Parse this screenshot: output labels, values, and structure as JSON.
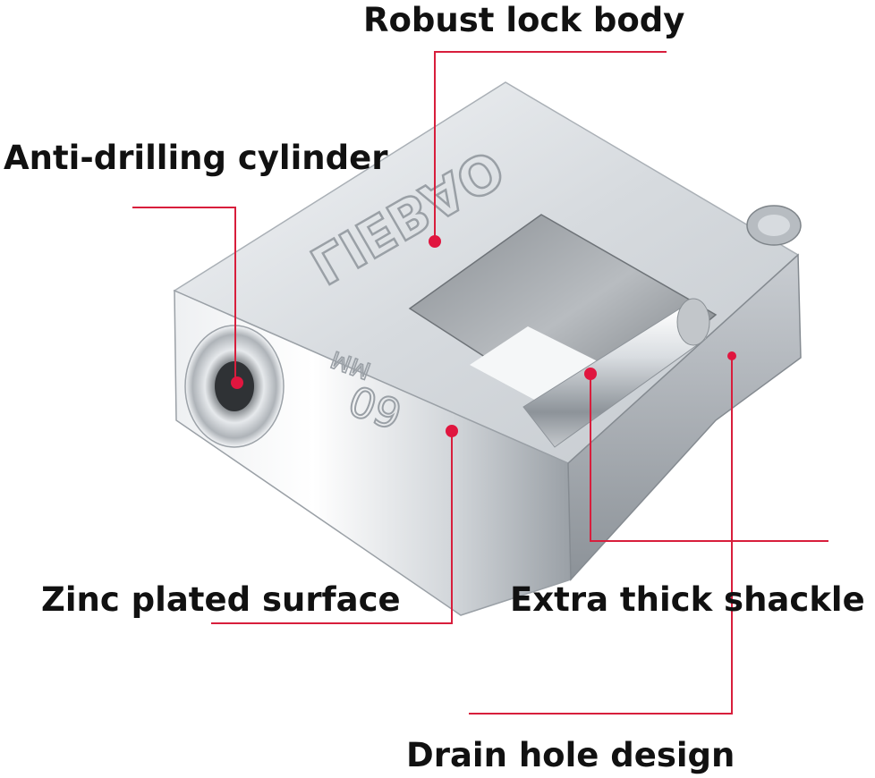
{
  "callouts": {
    "robust_lock_body": "Robust lock body",
    "anti_drilling_cylinder": "Anti-drilling cylinder",
    "zinc_plated_surface": "Zinc plated surface",
    "extra_thick_shackle": "Extra thick shackle",
    "drain_hole_design": "Drain hole design"
  },
  "engraving": {
    "brand": "LIEBAO",
    "size": "60",
    "unit": "MM"
  },
  "colors": {
    "callout_line": "#d81e3c",
    "callout_dot": "#e0163f",
    "text": "#111111",
    "background": "#ffffff",
    "metal_light": "#e9ecef",
    "metal_mid": "#b9bec4",
    "metal_dark": "#7d838a"
  }
}
